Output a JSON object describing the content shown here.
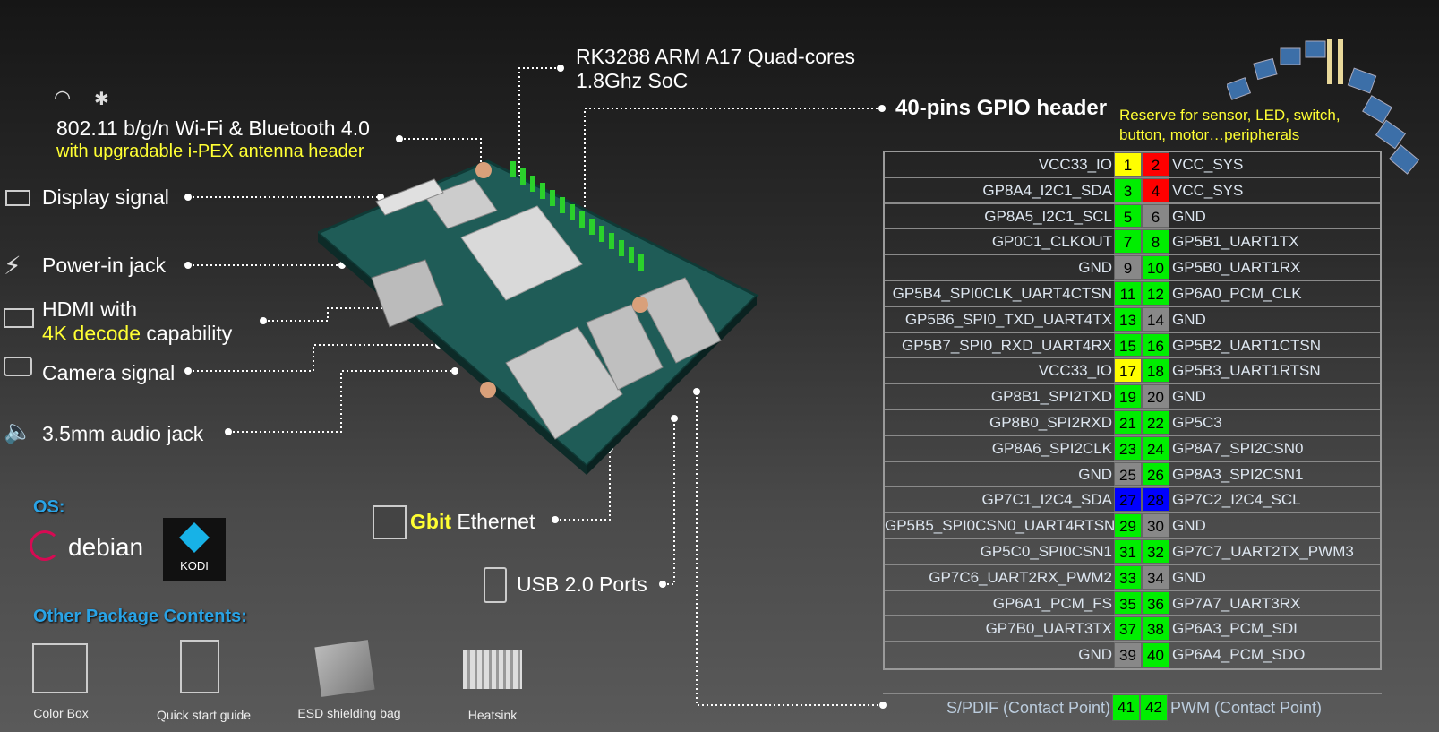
{
  "header": {
    "soc_line1": "RK3288 ARM A17 Quad-cores",
    "soc_line2": "1.8Ghz SoC",
    "gpio_title": "40-pins GPIO header",
    "gpio_note_line1": "Reserve  for sensor, LED, switch,",
    "gpio_note_line2": "button, motor…peripherals"
  },
  "features": {
    "wifi_line1": "802.11 b/g/n Wi-Fi  & Bluetooth 4.0",
    "wifi_line2": "with upgradable i-PEX antenna header",
    "display": "Display signal",
    "power": "Power-in jack",
    "hdmi_line1": "HDMI with",
    "hdmi_highlight": "4K decode",
    "hdmi_rest": " capability",
    "camera": "Camera signal",
    "audio": "3.5mm audio jack",
    "ethernet_highlight": "Gbit",
    "ethernet_rest": " Ethernet",
    "usb": "USB 2.0 Ports"
  },
  "os": {
    "heading": "OS:",
    "debian": "debian",
    "kodi": "KODI"
  },
  "package": {
    "heading": "Other Package Contents:",
    "items": [
      "Color Box",
      "Quick start guide",
      "ESD shielding bag",
      "Heatsink"
    ]
  },
  "gpio": {
    "rows": [
      {
        "left": "VCC33_IO",
        "p1": "1",
        "c1": "yellow",
        "p2": "2",
        "c2": "red",
        "right": "VCC_SYS"
      },
      {
        "left": "GP8A4_I2C1_SDA",
        "p1": "3",
        "c1": "green",
        "p2": "4",
        "c2": "red",
        "right": "VCC_SYS"
      },
      {
        "left": "GP8A5_I2C1_SCL",
        "p1": "5",
        "c1": "green",
        "p2": "6",
        "c2": "gray",
        "right": "GND"
      },
      {
        "left": "GP0C1_CLKOUT",
        "p1": "7",
        "c1": "green",
        "p2": "8",
        "c2": "green",
        "right": "GP5B1_UART1TX"
      },
      {
        "left": "GND",
        "p1": "9",
        "c1": "gray",
        "p2": "10",
        "c2": "green",
        "right": "GP5B0_UART1RX"
      },
      {
        "left": "GP5B4_SPI0CLK_UART4CTSN",
        "p1": "11",
        "c1": "green",
        "p2": "12",
        "c2": "green",
        "right": "GP6A0_PCM_CLK"
      },
      {
        "left": "GP5B6_SPI0_TXD_UART4TX",
        "p1": "13",
        "c1": "green",
        "p2": "14",
        "c2": "gray",
        "right": "GND"
      },
      {
        "left": "GP5B7_SPI0_RXD_UART4RX",
        "p1": "15",
        "c1": "green",
        "p2": "16",
        "c2": "green",
        "right": "GP5B2_UART1CTSN"
      },
      {
        "left": "VCC33_IO",
        "p1": "17",
        "c1": "yellow",
        "p2": "18",
        "c2": "green",
        "right": "GP5B3_UART1RTSN"
      },
      {
        "left": "GP8B1_SPI2TXD",
        "p1": "19",
        "c1": "green",
        "p2": "20",
        "c2": "gray",
        "right": "GND"
      },
      {
        "left": "GP8B0_SPI2RXD",
        "p1": "21",
        "c1": "green",
        "p2": "22",
        "c2": "green",
        "right": "GP5C3"
      },
      {
        "left": "GP8A6_SPI2CLK",
        "p1": "23",
        "c1": "green",
        "p2": "24",
        "c2": "green",
        "right": "GP8A7_SPI2CSN0"
      },
      {
        "left": "GND",
        "p1": "25",
        "c1": "gray",
        "p2": "26",
        "c2": "green",
        "right": "GP8A3_SPI2CSN1"
      },
      {
        "left": "GP7C1_I2C4_SDA",
        "p1": "27",
        "c1": "blue",
        "p2": "28",
        "c2": "blue",
        "right": "GP7C2_I2C4_SCL"
      },
      {
        "left": "GP5B5_SPI0CSN0_UART4RTSN",
        "p1": "29",
        "c1": "green",
        "p2": "30",
        "c2": "gray",
        "right": "GND"
      },
      {
        "left": "GP5C0_SPI0CSN1",
        "p1": "31",
        "c1": "green",
        "p2": "32",
        "c2": "green",
        "right": "GP7C7_UART2TX_PWM3"
      },
      {
        "left": "GP7C6_UART2RX_PWM2",
        "p1": "33",
        "c1": "green",
        "p2": "34",
        "c2": "gray",
        "right": "GND"
      },
      {
        "left": "GP6A1_PCM_FS",
        "p1": "35",
        "c1": "green",
        "p2": "36",
        "c2": "green",
        "right": "GP7A7_UART3RX"
      },
      {
        "left": "GP7B0_UART3TX",
        "p1": "37",
        "c1": "green",
        "p2": "38",
        "c2": "green",
        "right": "GP6A3_PCM_SDI"
      },
      {
        "left": "GND",
        "p1": "39",
        "c1": "gray",
        "p2": "40",
        "c2": "green",
        "right": "GP6A4_PCM_SDO"
      }
    ],
    "contact": {
      "left": "S/PDIF (Contact Point)",
      "p1": "41",
      "c1": "green",
      "p2": "42",
      "c2": "green",
      "right": "PWM (Contact Point)"
    }
  },
  "colors": {
    "yellow": "#ffff00",
    "red": "#ff0000",
    "green": "#00ee00",
    "gray": "#888888",
    "blue": "#0000ff",
    "highlight": "#ffff33",
    "heading_blue": "#29a3e6"
  }
}
